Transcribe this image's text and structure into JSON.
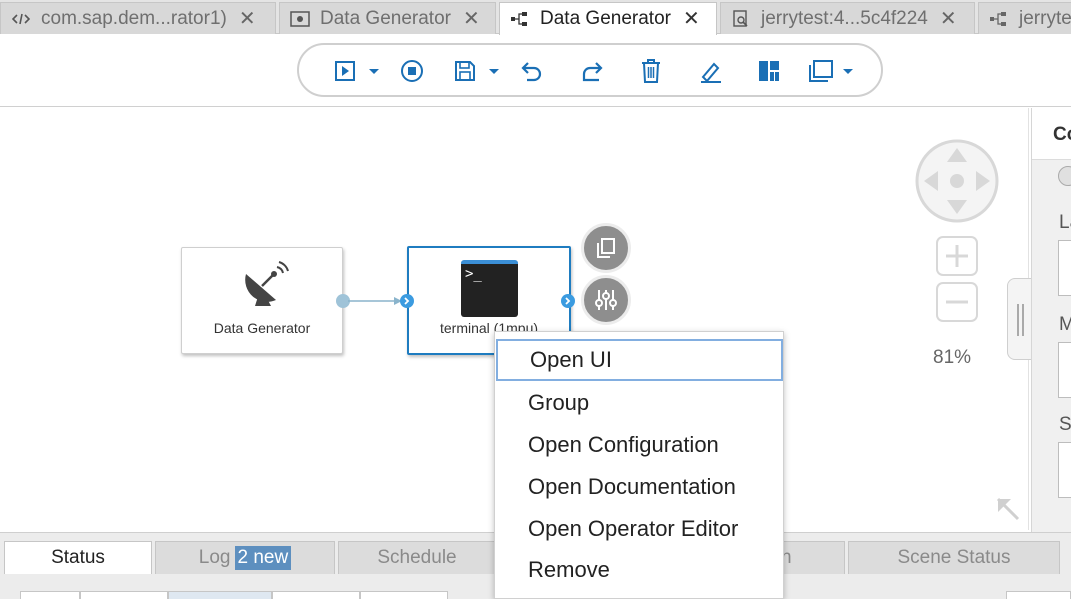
{
  "tabs": [
    {
      "label": "com.sap.dem...rator1)",
      "icon": "code-icon",
      "active": false
    },
    {
      "label": "Data Generator",
      "icon": "preview-icon",
      "active": false
    },
    {
      "label": "Data Generator",
      "icon": "graph-icon",
      "active": true
    },
    {
      "label": "jerrytest:4...5c4f224",
      "icon": "search-doc-icon",
      "active": false
    },
    {
      "label": "jerryte",
      "icon": "graph-icon",
      "active": false
    }
  ],
  "toolbar": {
    "buttons": [
      "run-icon",
      "stop-icon",
      "save-icon",
      "undo-icon",
      "redo-icon",
      "delete-icon",
      "edit-icon",
      "layout-icon",
      "copy-icon"
    ]
  },
  "graph": {
    "nodes": [
      {
        "label": "Data Generator",
        "icon": "satellite-dish-icon"
      },
      {
        "label": "terminal (1mpu)",
        "icon": "terminal-icon",
        "icon_text": ">_"
      }
    ]
  },
  "navigation": {
    "zoom": "81%"
  },
  "right_panel": {
    "title": "Co",
    "labels": [
      "La",
      "M",
      "S"
    ]
  },
  "bottom_tabs": [
    {
      "label": "Status",
      "active": true
    },
    {
      "label": "Log",
      "badge": "2 new",
      "active": false
    },
    {
      "label": "Schedule",
      "active": false
    },
    {
      "label": "n",
      "active": false
    },
    {
      "label": "Scene Status",
      "active": false
    }
  ],
  "context_menu": {
    "items": [
      "Open UI",
      "Group",
      "Open Configuration",
      "Open Documentation",
      "Open Operator Editor",
      "Remove"
    ],
    "highlighted": "Open UI"
  },
  "colors": {
    "accent": "#4aa3df",
    "selected_border": "#1e7cc0",
    "menu_highlight": "#82aee0",
    "toolbar_icon": "#1a6fb5"
  }
}
